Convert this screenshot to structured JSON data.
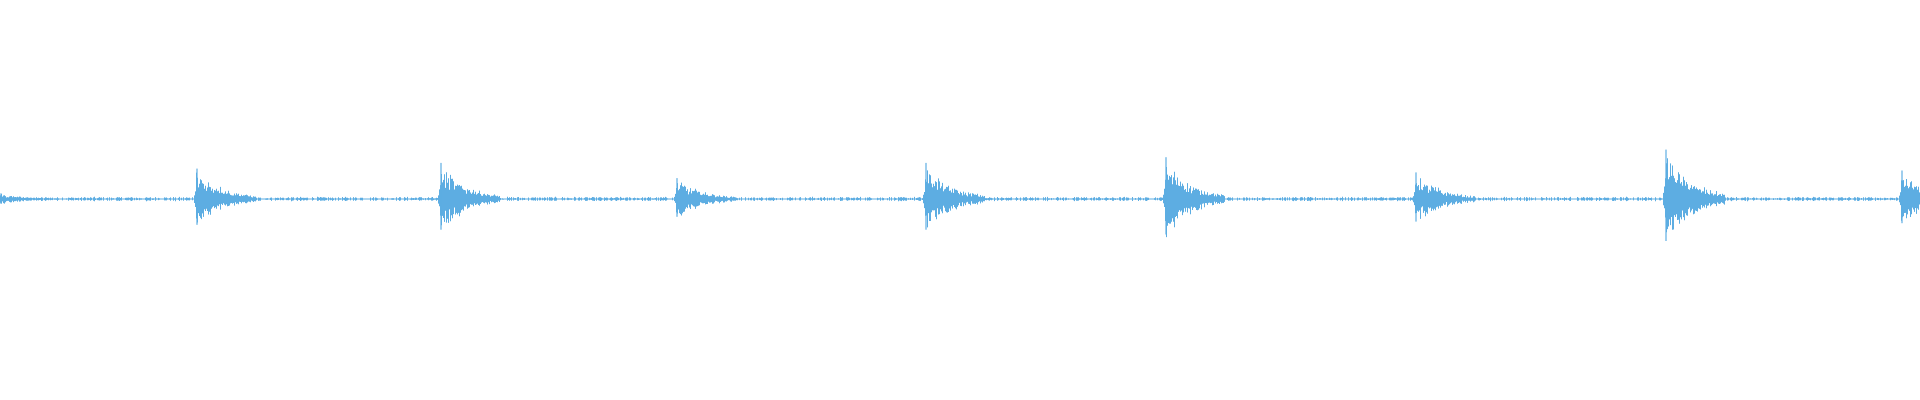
{
  "waveform": {
    "color": "#5dade2",
    "background": "#ffffff",
    "duration_normalized": 1.0,
    "onsets": [
      {
        "time": 0.0,
        "peak": 0.03
      },
      {
        "time": 0.102,
        "peak": 0.16
      },
      {
        "time": 0.229,
        "peak": 0.19
      },
      {
        "time": 0.352,
        "peak": 0.11
      },
      {
        "time": 0.482,
        "peak": 0.19
      },
      {
        "time": 0.607,
        "peak": 0.22
      },
      {
        "time": 0.737,
        "peak": 0.14
      },
      {
        "time": 0.867,
        "peak": 0.26
      },
      {
        "time": 0.99,
        "peak": 0.15
      }
    ],
    "noise_level": 0.012
  }
}
